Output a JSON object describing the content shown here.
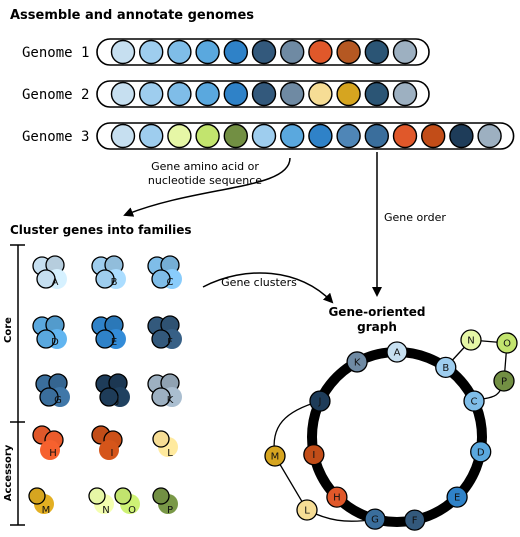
{
  "title": "Assemble and annotate genomes",
  "genomes": [
    {
      "label": "Genome 1",
      "genes": [
        "#c6dff0",
        "#9ecdee",
        "#7fbde8",
        "#5aa8de",
        "#2f82c8",
        "#33597c",
        "#6f8aa3",
        "#e0582a",
        "#b55822",
        "#2b5575",
        "#9db0c1"
      ]
    },
    {
      "label": "Genome 2",
      "genes": [
        "#c6dff0",
        "#9ecdee",
        "#7fbde8",
        "#5aa8de",
        "#2f82c8",
        "#33597c",
        "#6f8aa3",
        "#f6dd95",
        "#d6a520",
        "#2b5575",
        "#9db0c1"
      ]
    },
    {
      "label": "Genome 3",
      "genes": [
        "#c6dff0",
        "#9ecdee",
        "#e6f7a6",
        "#c2e46e",
        "#728f43",
        "#9ecdee",
        "#5aa8de",
        "#2f82c8",
        "#4f86b7",
        "#3a6e9c",
        "#e0582a",
        "#c24d18",
        "#1e3c59",
        "#9db0c1"
      ]
    }
  ],
  "annotations": {
    "sequence_label_1": "Gene amino acid or",
    "sequence_label_2": "nucleotide sequence",
    "gene_order": "Gene order",
    "gene_clusters": "Gene clusters",
    "cluster_title": "Cluster genes into families",
    "graph_title_1": "Gene-oriented",
    "graph_title_2": "graph"
  },
  "side_labels": {
    "core": "Core",
    "accessory": "Accessory"
  },
  "families": [
    {
      "letter": "A",
      "group": "core",
      "color": "#c6dff0"
    },
    {
      "letter": "B",
      "group": "core",
      "color": "#9ecdee"
    },
    {
      "letter": "C",
      "group": "core",
      "color": "#7fbde8"
    },
    {
      "letter": "D",
      "group": "core",
      "color": "#5aa8de"
    },
    {
      "letter": "E",
      "group": "core",
      "color": "#2f82c8"
    },
    {
      "letter": "F",
      "group": "core",
      "color": "#33597c"
    },
    {
      "letter": "G",
      "group": "core",
      "color": "#3a6e9c"
    },
    {
      "letter": "J",
      "group": "core",
      "color": "#1e3c59"
    },
    {
      "letter": "K",
      "group": "core",
      "color": "#9db0c1"
    },
    {
      "letter": "H",
      "group": "accessory",
      "color": "#e0582a"
    },
    {
      "letter": "I",
      "group": "accessory",
      "color": "#c24d18"
    },
    {
      "letter": "L",
      "group": "accessory",
      "color": "#f6dd95"
    },
    {
      "letter": "M",
      "group": "accessory",
      "color": "#d6a520"
    },
    {
      "letter": "N",
      "group": "accessory",
      "color": "#e6f7a6"
    },
    {
      "letter": "O",
      "group": "accessory",
      "color": "#c2e46e"
    },
    {
      "letter": "P",
      "group": "accessory",
      "color": "#728f43"
    }
  ],
  "graph_nodes": [
    {
      "letter": "A",
      "color": "#c6dff0"
    },
    {
      "letter": "B",
      "color": "#9ecdee"
    },
    {
      "letter": "C",
      "color": "#7fbde8"
    },
    {
      "letter": "D",
      "color": "#5aa8de"
    },
    {
      "letter": "E",
      "color": "#2f82c8"
    },
    {
      "letter": "F",
      "color": "#33597c"
    },
    {
      "letter": "G",
      "color": "#3a6e9c"
    },
    {
      "letter": "H",
      "color": "#e0582a"
    },
    {
      "letter": "I",
      "color": "#c24d18"
    },
    {
      "letter": "J",
      "color": "#1e3c59"
    },
    {
      "letter": "K",
      "color": "#6f8aa3"
    },
    {
      "letter": "L",
      "color": "#f6dd95"
    },
    {
      "letter": "M",
      "color": "#d6a520"
    },
    {
      "letter": "N",
      "color": "#e6f7a6"
    },
    {
      "letter": "O",
      "color": "#c2e46e"
    },
    {
      "letter": "P",
      "color": "#728f43"
    }
  ]
}
